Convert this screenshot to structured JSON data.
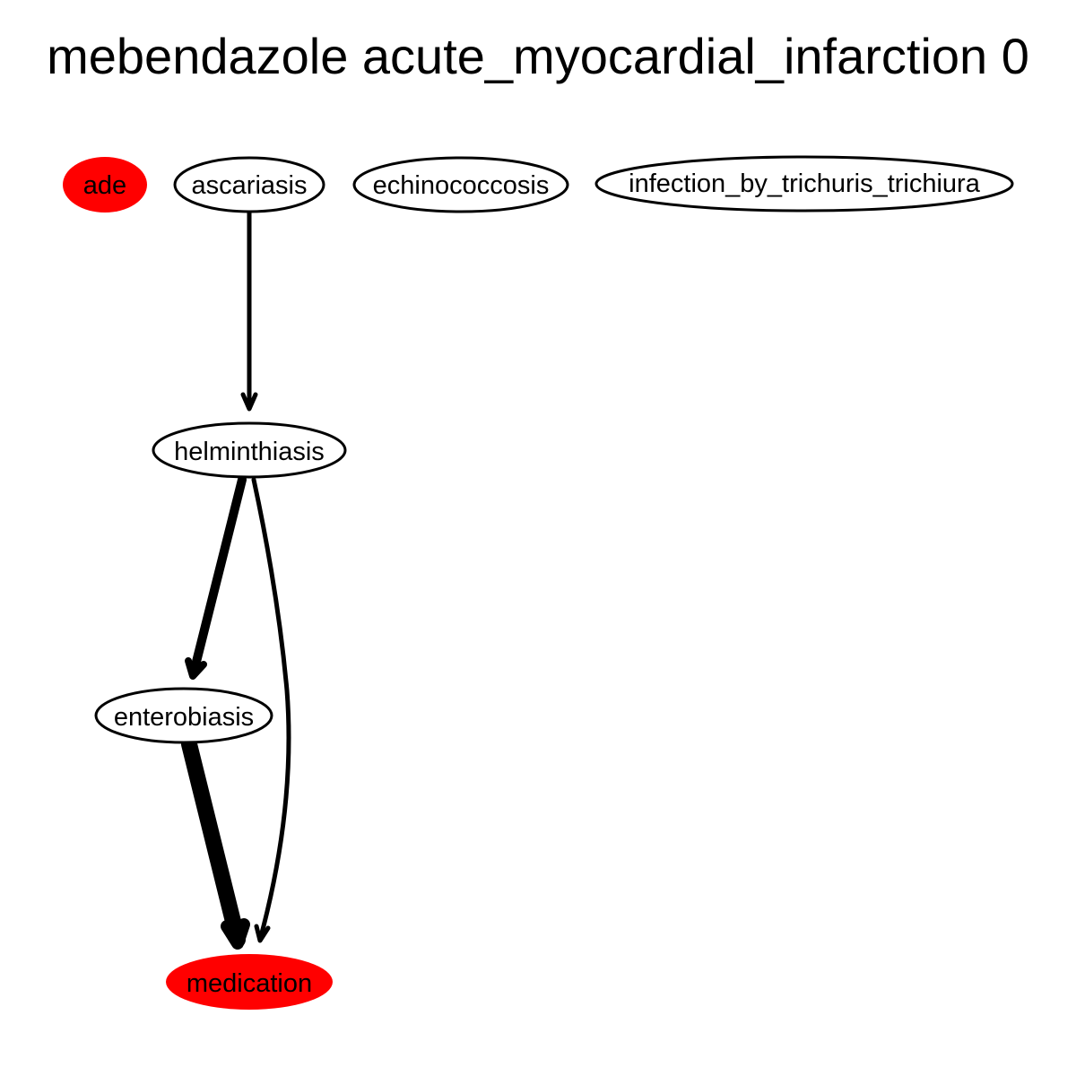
{
  "title": "mebendazole acute_myocardial_infarction 0",
  "colors": {
    "highlight": "#ff0000",
    "default_fill": "#ffffff",
    "stroke": "#000000"
  },
  "nodes": {
    "ade": {
      "label": "ade",
      "highlighted": true
    },
    "ascariasis": {
      "label": "ascariasis",
      "highlighted": false
    },
    "echinococcosis": {
      "label": "echinococcosis",
      "highlighted": false
    },
    "infection": {
      "label": "infection_by_trichuris_trichiura",
      "highlighted": false
    },
    "helminthiasis": {
      "label": "helminthiasis",
      "highlighted": false
    },
    "enterobiasis": {
      "label": "enterobiasis",
      "highlighted": false
    },
    "medication": {
      "label": "medication",
      "highlighted": true
    }
  },
  "edges": [
    {
      "from": "ascariasis",
      "to": "helminthiasis"
    },
    {
      "from": "helminthiasis",
      "to": "enterobiasis"
    },
    {
      "from": "helminthiasis",
      "to": "medication"
    },
    {
      "from": "enterobiasis",
      "to": "medication"
    }
  ]
}
